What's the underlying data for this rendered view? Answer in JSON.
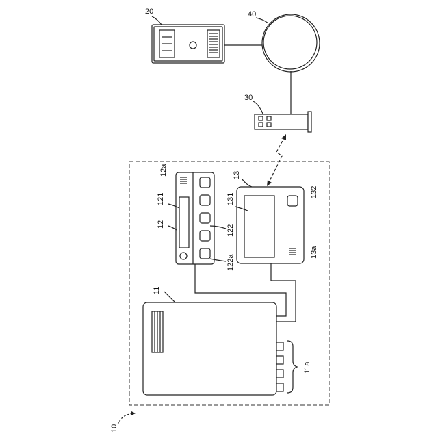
{
  "labels": {
    "server": "20",
    "network": "40",
    "router": "30",
    "system": "10",
    "device_main": "11",
    "device_main_ports": "11a",
    "controller": "12",
    "controller_display": "121",
    "controller_buttons": "122",
    "controller_button": "122a",
    "controller_speaker": "12a",
    "remote": "13",
    "remote_display": "131",
    "remote_button": "132",
    "remote_speaker": "13a"
  }
}
